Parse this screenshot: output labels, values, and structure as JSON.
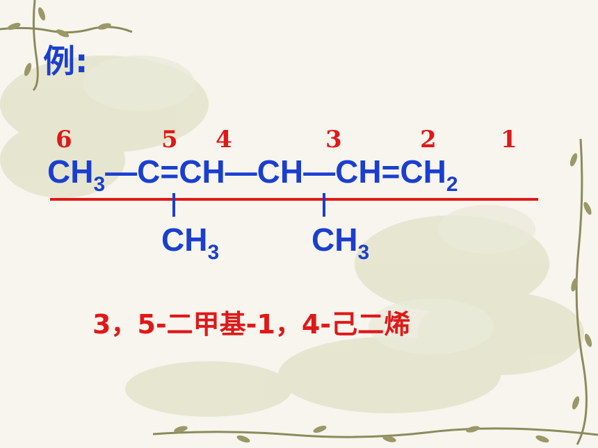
{
  "slide": {
    "title": "例:",
    "carbon_numbers": [
      "6",
      "5",
      "4",
      "3",
      "2",
      "1"
    ],
    "main_chain": {
      "ch3_c": "CH",
      "ch3_sub": "3",
      "segment_1": "—C=CH—CH—CH=CH",
      "ch2_sub": "2"
    },
    "substituents": [
      {
        "text": "CH",
        "sub": "3"
      },
      {
        "text": "CH",
        "sub": "3"
      }
    ],
    "compound_name": "3，5-二甲基-1，4-己二烯"
  },
  "colors": {
    "formula_blue": "#1a3fd0",
    "number_red": "#e01818",
    "background": "#f7f5ee",
    "vine_green": "#8c8a5a"
  }
}
